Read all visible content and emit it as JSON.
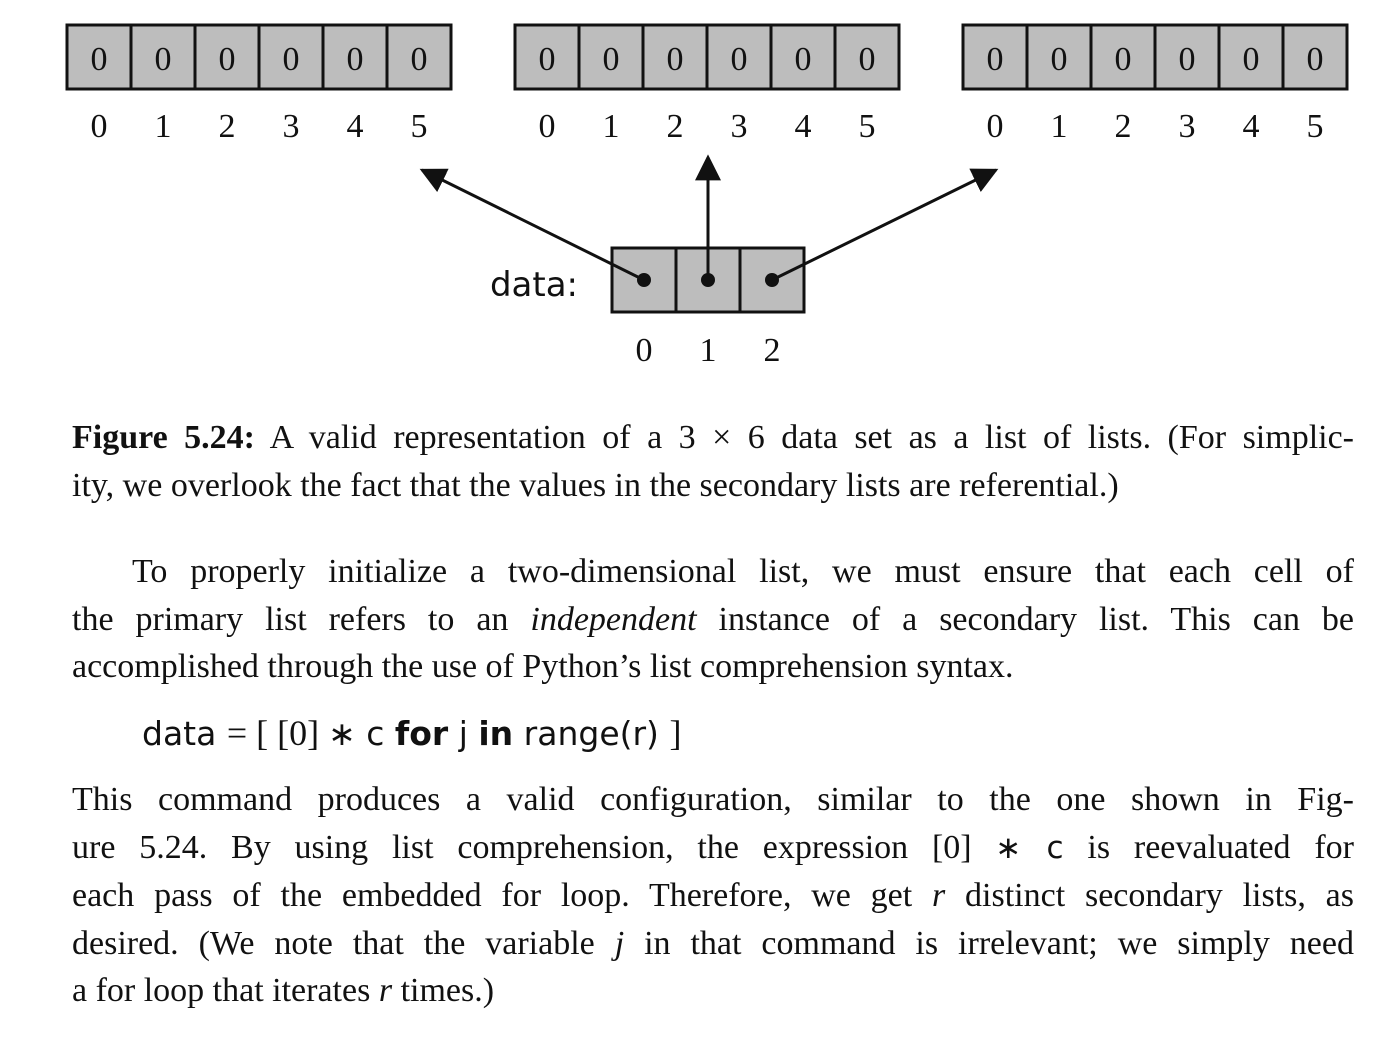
{
  "figure": {
    "secondary_lists": [
      {
        "values": [
          "0",
          "0",
          "0",
          "0",
          "0",
          "0"
        ],
        "indices": [
          "0",
          "1",
          "2",
          "3",
          "4",
          "5"
        ]
      },
      {
        "values": [
          "0",
          "0",
          "0",
          "0",
          "0",
          "0"
        ],
        "indices": [
          "0",
          "1",
          "2",
          "3",
          "4",
          "5"
        ]
      },
      {
        "values": [
          "0",
          "0",
          "0",
          "0",
          "0",
          "0"
        ],
        "indices": [
          "0",
          "1",
          "2",
          "3",
          "4",
          "5"
        ]
      }
    ],
    "primary_label": "data:",
    "primary_indices": [
      "0",
      "1",
      "2"
    ]
  },
  "caption": {
    "label": "Figure 5.24:",
    "line1": "A valid representation of a 3 × 6 data set as a list of lists. (For simplic-",
    "line2": "ity, we overlook the fact that the values in the secondary lists are referential.)"
  },
  "para1": {
    "line1": "To properly initialize a two-dimensional list, we must ensure that each cell of",
    "line2_a": "the primary list refers to an ",
    "line2_em": "independent",
    "line2_b": " instance of a secondary list. This can be",
    "line3": "accomplished through the use of Python’s list comprehension syntax."
  },
  "code": {
    "a": "data ",
    "eq": "= [ [0] ",
    "b": "∗ c ",
    "for": "for",
    "c": " j ",
    "in": "in",
    "d": " range(r) ",
    "close": "]"
  },
  "para2": {
    "line1": "This command produces a valid configuration, similar to the one shown in Fig-",
    "line2_a": "ure 5.24.  By using list comprehension, the expression [0] ",
    "line2_code": "∗ c",
    "line2_b": " is reevaluated for",
    "line3_a": "each pass of the embedded for loop. Therefore, we get ",
    "line3_r": "r",
    "line3_b": " distinct secondary lists, as",
    "line4_a": "desired. (We note that the variable ",
    "line4_j": "j",
    "line4_b": " in that command is irrelevant; we simply need",
    "line5_a": "a for loop that iterates ",
    "line5_r": "r",
    "line5_b": " times.)"
  }
}
